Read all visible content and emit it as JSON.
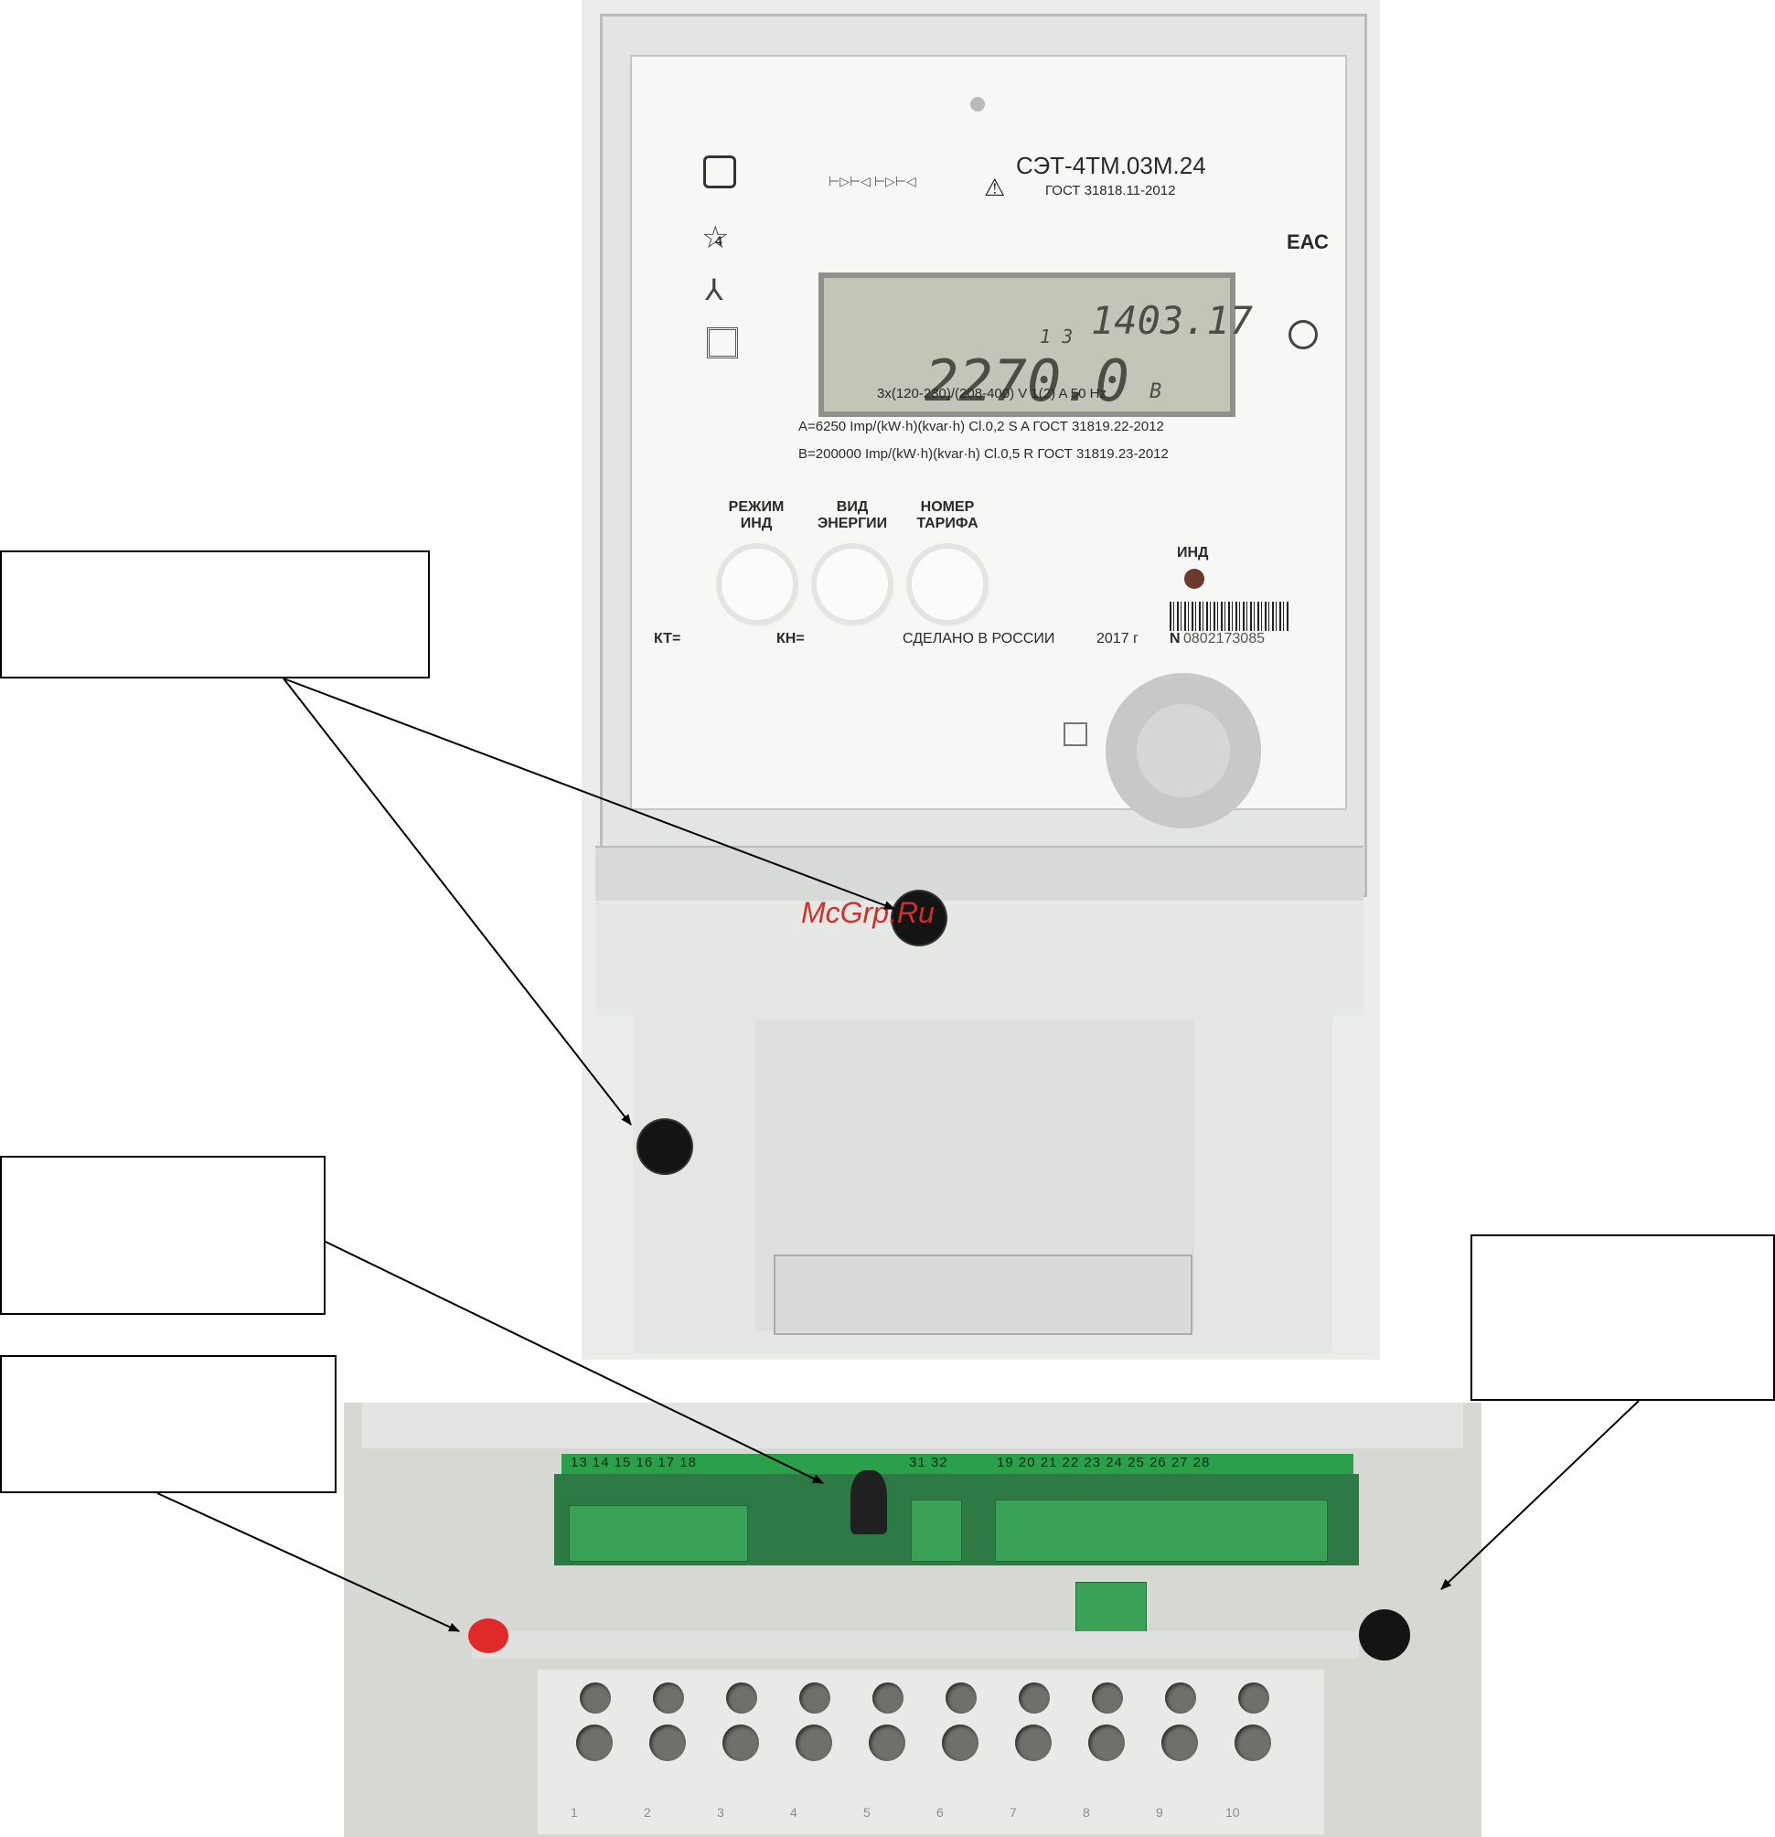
{
  "meter": {
    "model": "СЭТ-4ТМ.03М.24",
    "standard_top": "ГОСТ 31818.11-2012",
    "eac_mark": "ЕАС",
    "class_badge": "4",
    "lcd": {
      "top_value": "1403.17",
      "top_small": "1 3",
      "main_value": "2270.0",
      "unit": "В"
    },
    "spec_line1": "3х(120-230)/(208-400) V     1(2) A   50 Hz",
    "spec_line2": "A=6250    Imp/(kW·h)(kvar·h)    Cl.0,2  S A  ГОСТ 31819.22-2012",
    "spec_line3": "B=200000  Imp/(kW·h)(kvar·h)    Cl.0,5    R  ГОСТ 31819.23-2012",
    "buttons": [
      {
        "line1": "РЕЖИМ",
        "line2": "ИНД"
      },
      {
        "line1": "ВИД",
        "line2": "ЭНЕРГИИ"
      },
      {
        "line1": "НОМЕР",
        "line2": "ТАРИФА"
      }
    ],
    "indicator_label": "ИНД",
    "kt_label": "КТ=",
    "kn_label": "КН=",
    "made_in": "СДЕЛАНО В РОССИИ",
    "year": "2017 г",
    "serial_prefix": "N",
    "serial": "0802173085"
  },
  "watermark": "McGrp.Ru",
  "terminal_strip": {
    "left_numbers": "13 14 15 16 17 18",
    "mid_numbers": "31 32",
    "right_numbers": "19 20 21 22 23 24 25 26 27 28"
  },
  "terminal_numbers": [
    "1",
    "2",
    "3",
    "4",
    "5",
    "6",
    "7",
    "8",
    "9",
    "10"
  ],
  "colors": {
    "callout_border": "#000000",
    "seal": "#141414",
    "terminal_green": "#3aa257",
    "led_red": "#e02a2a"
  }
}
